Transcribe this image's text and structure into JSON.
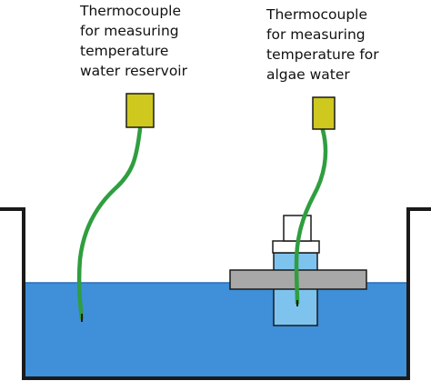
{
  "labels": {
    "reservoir_thermocouple": {
      "line1": "Thermocouple",
      "line2": "for measuring",
      "line3": "temperature",
      "line4": "water reservoir"
    },
    "algae_thermocouple": {
      "line1": "Thermocouple",
      "line2": "for measuring",
      "line3": "temperature for",
      "line4": "algae water"
    }
  },
  "colors": {
    "water": "#3f8fd9",
    "water_surface": "#2a6fb8",
    "inner_water": "#7ec3ee",
    "wire": "#2f9e3f",
    "probe_head": "#cfc81f",
    "lid": "#a8a8a8",
    "outline": "#1a1a1a"
  }
}
